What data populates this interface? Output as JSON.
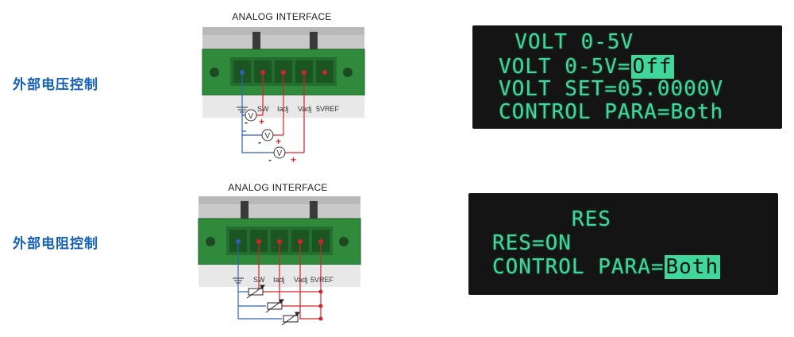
{
  "colors": {
    "label_blue": "#1560b7",
    "lcd_bg": "#141414",
    "lcd_text": "#3fd89a",
    "wire_red": "#d6232a",
    "wire_blue": "#2a62b8"
  },
  "sections": [
    {
      "label": "外部电压控制",
      "interface_title": "ANALOG INTERFACE",
      "pins": [
        "SW",
        "Iadj",
        "Vadj",
        "5VREF"
      ],
      "meter_symbol": "V",
      "signs": {
        "minus": "-",
        "plus": "+"
      },
      "lcd_lines": [
        "  VOLT 0-5V",
        "VOLT 0-5V=",
        "VOLT SET=05.0000V",
        "CONTROL PARA=Both"
      ],
      "lcd_highlight": "Off"
    },
    {
      "label": "外部电阻控制",
      "interface_title": "ANALOG INTERFACE",
      "pins": [
        "SW",
        "Iadj",
        "Vadj",
        "5VREF"
      ],
      "lcd_lines": [
        "      RES",
        "RES=ON",
        "CONTROL PARA="
      ],
      "lcd_highlight": "Both"
    }
  ]
}
